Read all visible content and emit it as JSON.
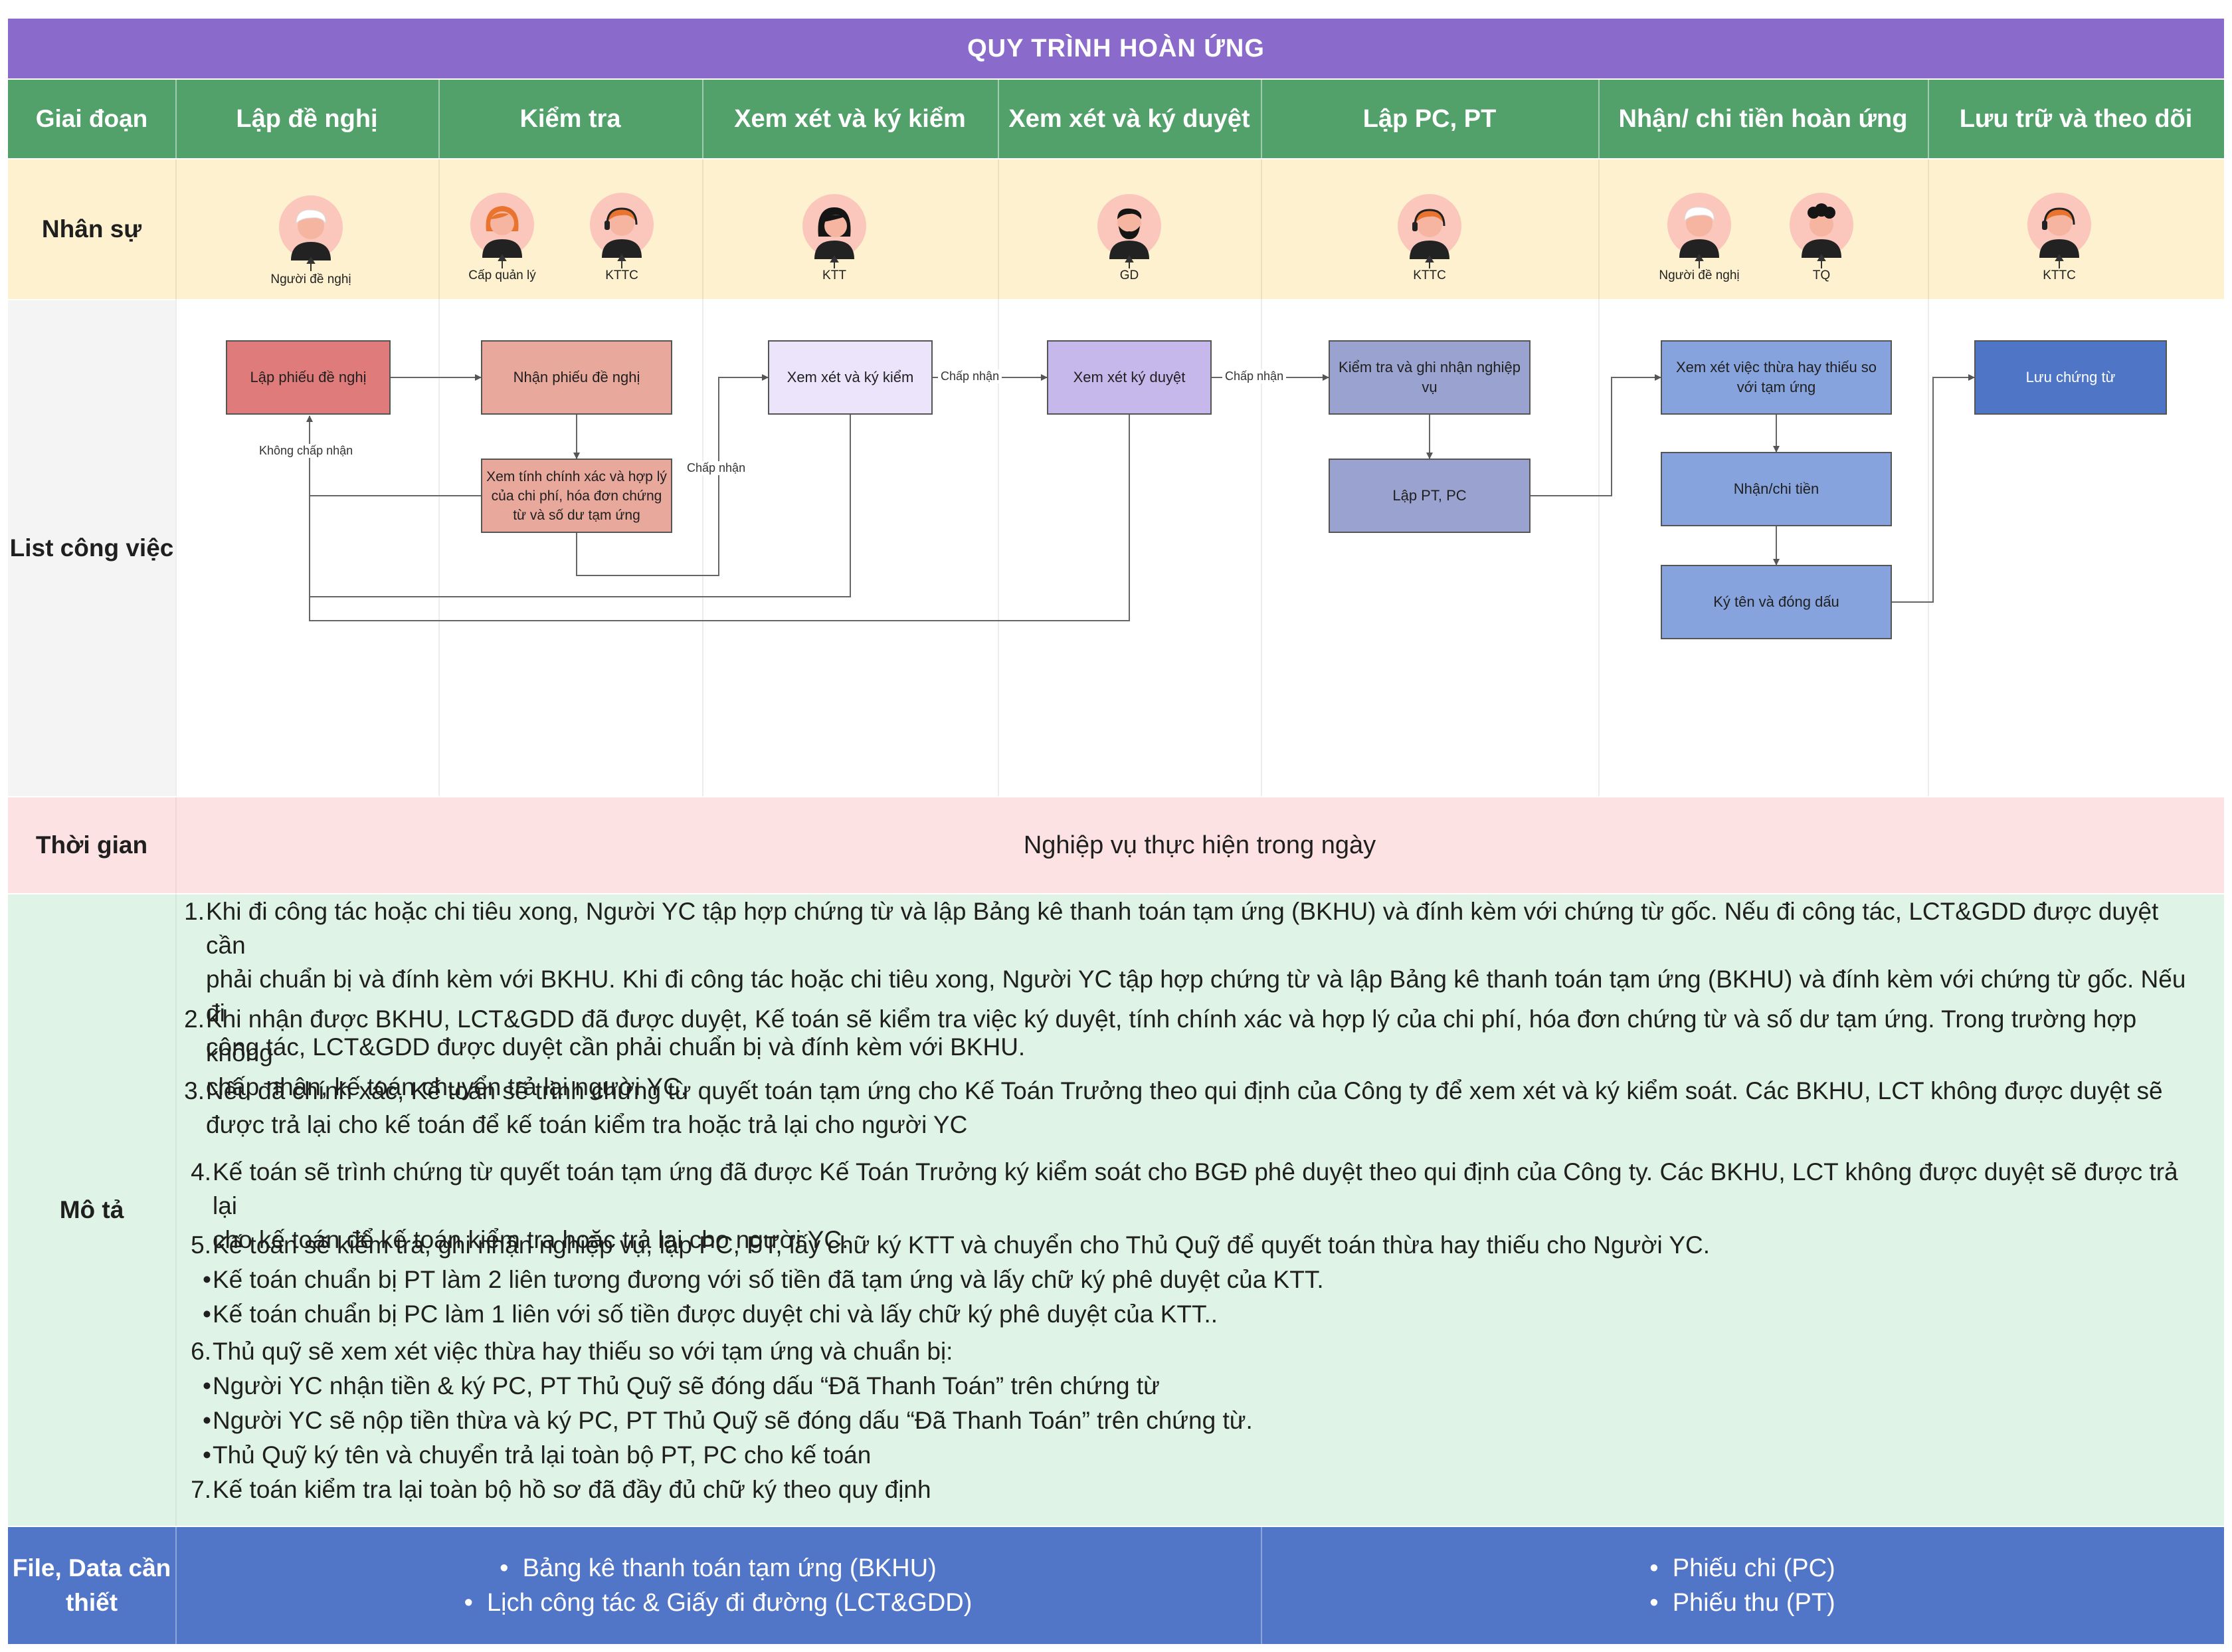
{
  "title": "QUY TRÌNH HOÀN ỨNG",
  "row_labels": {
    "stage": "Giai đoạn",
    "staff": "Nhân sự",
    "tasks": "List công việc",
    "time": "Thời gian",
    "description": "Mô tả",
    "files": "File, Data cần thiết"
  },
  "stages": [
    "Lập đề nghị",
    "Kiểm tra",
    "Xem xét và ký kiểm",
    "Xem xét và ký duyệt",
    "Lập PC, PT",
    "Nhận/ chi tiền hoàn ứng",
    "Lưu trữ và theo dõi"
  ],
  "staff": [
    {
      "role": "Người đề nghị",
      "icon": "person-white-hair-icon"
    },
    {
      "role": "Cấp quản lý",
      "icon": "person-red-hair-woman-icon"
    },
    {
      "role": "KTTC",
      "icon": "person-headset-icon"
    },
    {
      "role": "KTT",
      "icon": "person-black-hair-woman-icon"
    },
    {
      "role": "GD",
      "icon": "person-beard-icon"
    },
    {
      "role": "KTTC",
      "icon": "person-headset-icon"
    },
    {
      "role": "Người đề nghị",
      "icon": "person-white-hair-icon"
    },
    {
      "role": "TQ",
      "icon": "person-curly-hair-icon"
    },
    {
      "role": "KTTC",
      "icon": "person-headset-icon"
    }
  ],
  "tasks": {
    "lap_phieu": "Lập phiếu đề nghị",
    "nhan_phieu": "Nhận phiếu đề nghị",
    "xem_tinh": "Xem  tính chính xác và hợp lý của chi phí, hóa đơn chứng từ và số dư tạm ứng",
    "xem_ky_kiem": "Xem xét và ký kiểm",
    "xem_ky_duyet": "Xem xét ký duyệt",
    "kiem_tra_ghi": "Kiểm tra và ghi nhận nghiệp vụ",
    "lap_pt_pc": "Lập PT, PC",
    "xem_thua_thieu": "Xem xét việc thừa hay thiếu so với tạm ứng",
    "nhan_chi_tien": "Nhận/chi tiền",
    "ky_ten": "Ký tên và đóng dấu",
    "luu_chung_tu": "Lưu chứng từ"
  },
  "flow_labels": {
    "khong_chap_nhan": "Không chấp nhận",
    "chap_nhan_1": "Chấp nhận",
    "chap_nhan_2": "Chấp nhận",
    "chap_nhan_3": "Chấp nhận"
  },
  "time_text": "Nghiệp vụ thực hiện trong ngày",
  "description": [
    {
      "marker": "1.",
      "lines": [
        "Khi đi công tác hoặc chi tiêu xong, Người YC tập hợp chứng từ và lập Bảng kê thanh toán tạm ứng (BKHU) và đính kèm với chứng từ gốc. Nếu đi công tác, LCT&GDD được duyệt cần",
        "phải chuẩn bị và đính kèm với BKHU. Khi đi công tác hoặc chi tiêu xong, Người YC tập hợp chứng từ và lập Bảng kê thanh toán tạm ứng (BKHU) và đính kèm với chứng từ gốc. Nếu đi",
        "công tác, LCT&GDD được duyệt cần phải chuẩn bị và đính kèm với BKHU."
      ]
    },
    {
      "marker": "2.",
      "lines": [
        "Khi nhận được BKHU, LCT&GDD đã được duyệt, Kế toán sẽ kiểm tra việc ký duyệt, tính chính xác và hợp lý của chi phí, hóa đơn chứng từ và số dư tạm ứng. Trong trường hợp không",
        "chấp nhận, kế toán chuyển trả lại người YC."
      ]
    },
    {
      "marker": "3.",
      "lines": [
        "Nếu đã chính xác, Kế toán sẽ trình chứng từ quyết toán tạm ứng cho Kế Toán Trưởng theo qui định của Công ty để xem xét và ký kiểm soát. Các BKHU, LCT không được duyệt sẽ",
        "được trả lại cho kế toán để kế toán kiểm tra hoặc trả lại cho người YC"
      ]
    },
    {
      "marker": "4.",
      "lines": [
        "Kế toán sẽ trình chứng từ quyết toán tạm ứng đã được Kế Toán Trưởng ký kiểm soát cho BGĐ phê duyệt theo qui định của Công ty. Các BKHU, LCT không được duyệt sẽ được trả lại",
        "cho kế toán để kế toán kiểm tra hoặc trả lại cho người YC."
      ]
    },
    {
      "marker": "5.",
      "lines": [
        "Kế toán sẽ kiểm tra, ghi nhận nghiệp vụ, lập PC, PT, lấy chữ ký KTT và chuyển cho Thủ Quỹ để quyết toán thừa hay thiếu cho Người YC."
      ]
    },
    {
      "marker": "•",
      "lines": [
        "Kế toán chuẩn bị PT làm 2 liên tương đương với số tiền đã tạm ứng và lấy chữ ký phê duyệt của KTT."
      ]
    },
    {
      "marker": "•",
      "lines": [
        "Kế toán chuẩn bị PC làm 1 liên với số tiền được duyệt chi và lấy chữ ký phê duyệt của KTT.."
      ]
    },
    {
      "marker": "6.",
      "lines": [
        "Thủ quỹ sẽ xem xét việc thừa hay thiếu so với tạm ứng và chuẩn bị:"
      ]
    },
    {
      "marker": "•",
      "lines": [
        "Người YC nhận tiền & ký PC, PT Thủ Quỹ sẽ đóng dấu “Đã Thanh Toán” trên chứng từ"
      ]
    },
    {
      "marker": "•",
      "lines": [
        "Người YC  sẽ nộp tiền thừa và ký PC, PT Thủ Quỹ sẽ đóng dấu “Đã Thanh Toán” trên chứng từ."
      ]
    },
    {
      "marker": "•",
      "lines": [
        "Thủ Quỹ ký tên và chuyển trả lại toàn bộ PT, PC cho kế toán"
      ]
    },
    {
      "marker": "7.",
      "lines": [
        "Kế toán kiểm tra lại toàn bộ hồ sơ đã đầy đủ chữ ký theo quy định"
      ]
    }
  ],
  "files_left": [
    "Bảng kê thanh toán tạm ứng (BKHU)",
    "Lịch công tác & Giấy đi đường (LCT&GDD)"
  ],
  "files_right": [
    "Phiếu chi (PC)",
    "Phiếu thu (PT)"
  ],
  "colors": {
    "title": "#8a6bcc",
    "header": "#52a06a",
    "staff_band": "#fdf1cf",
    "time_band": "#fde2e3",
    "desc_band": "#dff4e6",
    "files_band": "#5276c7",
    "box_red": "#e07b7b",
    "box_pink": "#e9a89c",
    "box_lavender": "#ebe4fb",
    "box_purple": "#c6b8ea",
    "box_slate": "#9aa3cf",
    "box_blue": "#87a3dd",
    "box_darkblue": "#4f76c6"
  }
}
